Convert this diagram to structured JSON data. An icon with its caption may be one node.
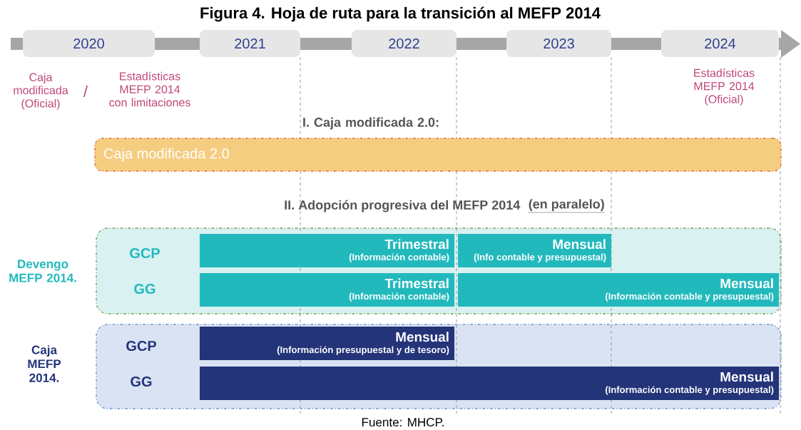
{
  "diagram": {
    "title": "Figura 4. Hoja de ruta para la transición al MEFP 2014",
    "caption": "Fuente: MHCP.",
    "nodes": [
      {
        "text": [
          "2020"
        ]
      },
      {
        "text": [
          "2021"
        ]
      },
      {
        "text": [
          "2022"
        ]
      },
      {
        "text": [
          "2023"
        ]
      },
      {
        "text": [
          "2024"
        ]
      },
      {
        "text": [
          "Caja modificada 2.0"
        ]
      },
      {
        "text": [
          "Devengo MEFP 2014.",
          "GCP",
          "GG"
        ]
      },
      {
        "text": [
          "Trimestral",
          "(Información contable)"
        ],
        "in": 6
      },
      {
        "text": [
          "Mensual",
          "(Info contable y presupuestal)"
        ],
        "in": 6
      },
      {
        "text": [
          "Trimestral",
          "(Información contable)"
        ],
        "in": 6
      },
      {
        "text": [
          "Mensual",
          "(Información contable y presupuestal)"
        ],
        "in": 6
      },
      {
        "text": [
          "Caja MEFP 2014.",
          "GCP",
          "GG"
        ]
      },
      {
        "text": [
          "Mensual",
          "(Información presupuestal y de tesoro)"
        ],
        "in": 11
      },
      {
        "text": [
          "Mensual",
          "(Información contable y presupuestal)"
        ],
        "in": 11
      }
    ],
    "labels": [
      "Caja modificada (Oficial)",
      "/",
      "Estadísticas MEFP 2014 con limitaciones",
      "Estadísticas MEFP 2014 (Oficial)",
      "I. Caja modificada 2.0:",
      "II. Adopción progresiva del MEFP 2014",
      "(en paralelo)"
    ]
  }
}
